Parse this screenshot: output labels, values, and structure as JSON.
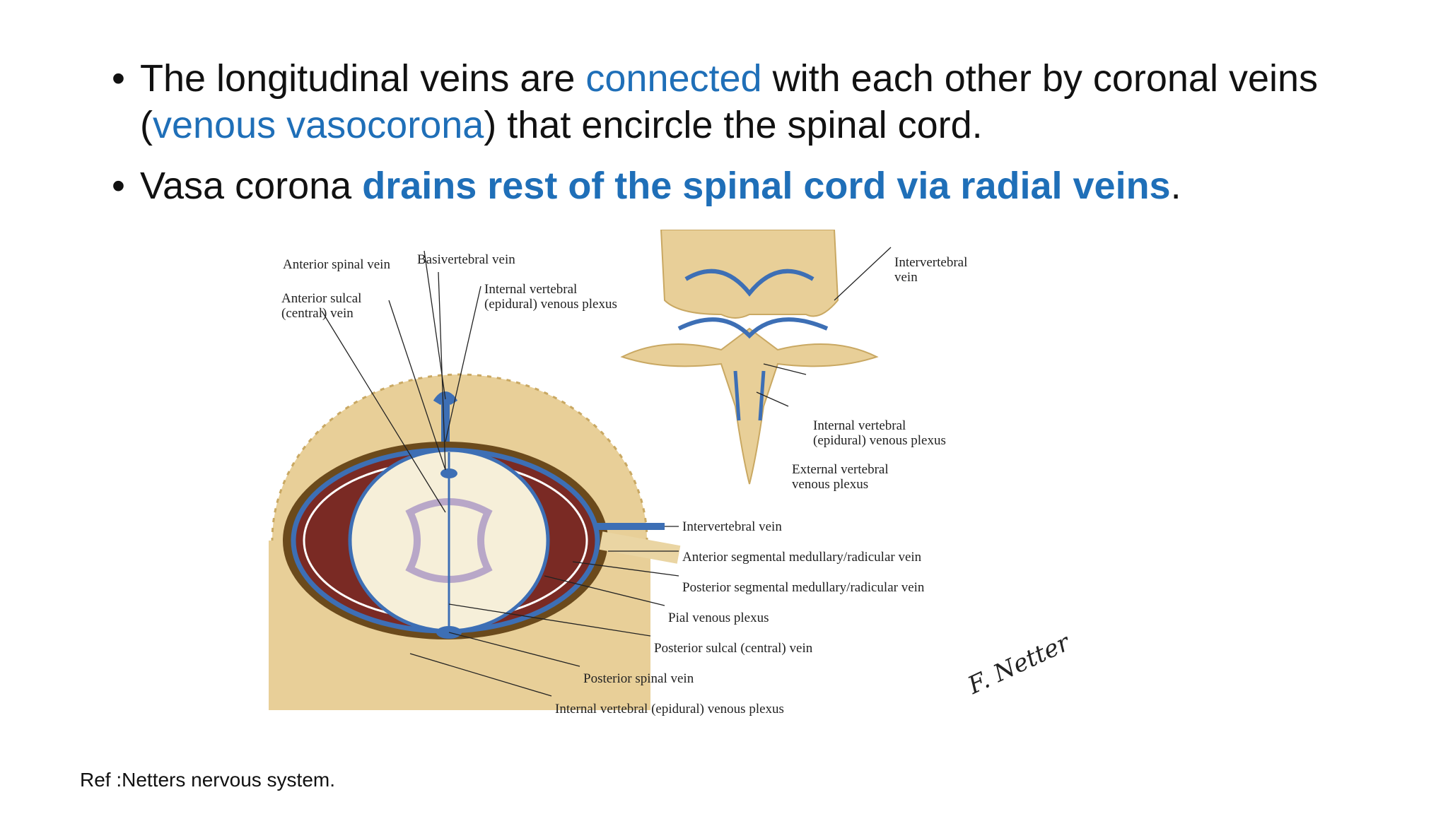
{
  "bullets": [
    {
      "parts": [
        {
          "text": "The longitudinal veins are ",
          "style": "normal"
        },
        {
          "text": "connected",
          "style": "blue"
        },
        {
          "text": " with each other by coronal veins (",
          "style": "normal"
        },
        {
          "text": "venous vasocorona",
          "style": "blue"
        },
        {
          "text": ") that encircle the spinal cord.",
          "style": "normal"
        }
      ]
    },
    {
      "parts": [
        {
          "text": "Vasa corona ",
          "style": "normal"
        },
        {
          "text": "drains rest of the spinal cord via radial veins",
          "style": "blue-bold"
        },
        {
          "text": ".",
          "style": "normal"
        }
      ]
    }
  ],
  "figure": {
    "labels": {
      "anterior_spinal_vein": "Anterior spinal vein",
      "basivertebral_vein": "Basivertebral vein",
      "anterior_sulcal_1": "Anterior sulcal",
      "anterior_sulcal_2": "(central) vein",
      "internal_plexus_top_1": "Internal vertebral",
      "internal_plexus_top_2": "(epidural) venous plexus",
      "intervertebral_top_1": "Intervertebral",
      "intervertebral_top_2": "vein",
      "internal_plexus_right_1": "Internal vertebral",
      "internal_plexus_right_2": "(epidural) venous plexus",
      "external_plexus_1": "External vertebral",
      "external_plexus_2": "venous plexus",
      "intervertebral_vein": "Intervertebral vein",
      "anterior_segmental": "Anterior segmental medullary/radicular vein",
      "posterior_segmental": "Posterior segmental medullary/radicular vein",
      "pial_plexus": "Pial venous plexus",
      "posterior_sulcal": "Posterior sulcal (central) vein",
      "posterior_spinal": "Posterior spinal vein",
      "internal_plexus_bottom": "Internal vertebral (epidural) venous plexus"
    },
    "signature": "F. Netter",
    "colors": {
      "vein": "#3d6fb5",
      "bone": "#e8cf98",
      "dura": "#7a2a24",
      "cord": "#f6efd9"
    }
  },
  "reference": "Ref :Netters nervous system."
}
